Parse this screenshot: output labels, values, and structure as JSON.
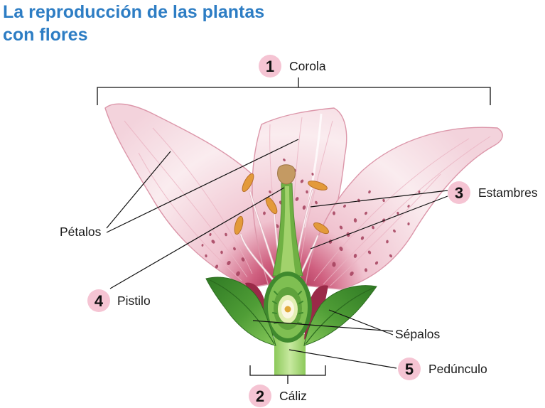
{
  "title": {
    "line1": "La reproducción de las plantas",
    "line2": "con flores"
  },
  "parts": {
    "corola": {
      "number": "1",
      "label": "Corola"
    },
    "caliz": {
      "number": "2",
      "label": "Cáliz"
    },
    "estambres": {
      "number": "3",
      "label": "Estambres"
    },
    "pistilo": {
      "number": "4",
      "label": "Pistilo"
    },
    "pedunculo": {
      "number": "5",
      "label": "Pedúnculo"
    }
  },
  "unnumbered_labels": {
    "petalos": "Pétalos",
    "sepalos": "Sépalos"
  },
  "colors": {
    "title": "#2d7dc4",
    "badge": "#f5c4d3",
    "petal": "#f8e6ea",
    "petal_base": "#a8294f",
    "sepal": "#4e9a3a",
    "stem": "#a8d96c",
    "anther": "#e39a3a"
  }
}
